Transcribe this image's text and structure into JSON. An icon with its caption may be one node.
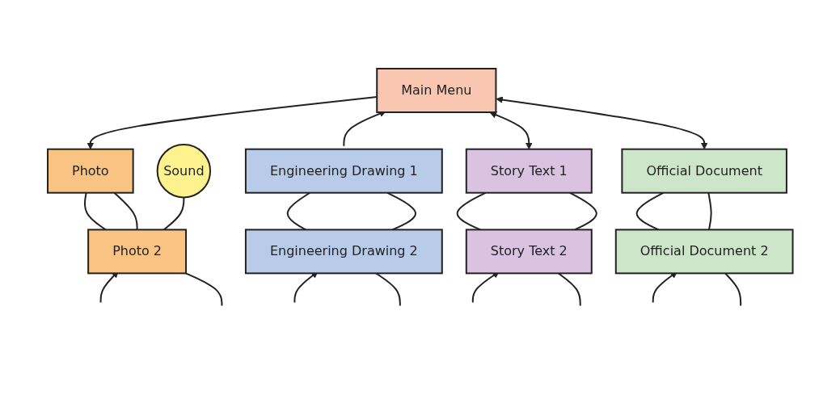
{
  "diagram": {
    "nodes": [
      {
        "text": [
          "Main Menu"
        ]
      },
      {
        "text": [
          "Photo"
        ]
      },
      {
        "text": [
          "Engineering Drawing 1"
        ]
      },
      {
        "text": [
          "Story Text 1"
        ]
      },
      {
        "text": [
          "Official Document"
        ]
      },
      {
        "text": [
          "Sound"
        ]
      },
      {
        "text": [
          "Photo 2"
        ]
      },
      {
        "text": [
          "Engineering Drawing 2"
        ]
      },
      {
        "text": [
          "Story Text 2"
        ]
      },
      {
        "text": [
          "Official Document 2"
        ]
      }
    ],
    "edges": [
      {
        "from": 0,
        "to": 1,
        "arrow": "to"
      },
      {
        "from": 2,
        "to": 0,
        "arrow": "to"
      },
      {
        "from": 0,
        "to": 3,
        "arrow": "both"
      },
      {
        "from": 0,
        "to": 4,
        "arrow": "both"
      },
      {
        "from": 1,
        "to": 6,
        "arrow": "none"
      },
      {
        "from": 1,
        "to": 6,
        "arrow": "none"
      },
      {
        "from": 2,
        "to": 7,
        "arrow": "none"
      },
      {
        "from": 2,
        "to": 7,
        "arrow": "none"
      },
      {
        "from": 3,
        "to": 8,
        "arrow": "none"
      },
      {
        "from": 3,
        "to": 8,
        "arrow": "none"
      },
      {
        "from": 4,
        "to": 9,
        "arrow": "none"
      },
      {
        "from": 4,
        "to": 9,
        "arrow": "none"
      },
      {
        "from": 5,
        "to": 6,
        "arrow": "none"
      },
      {
        "from": null,
        "to": 6,
        "arrow": "to"
      },
      {
        "from": 6,
        "to": null,
        "arrow": "none"
      },
      {
        "from": null,
        "to": 7,
        "arrow": "to"
      },
      {
        "from": 7,
        "to": null,
        "arrow": "none"
      },
      {
        "from": null,
        "to": 8,
        "arrow": "to"
      },
      {
        "from": 8,
        "to": null,
        "arrow": "none"
      },
      {
        "from": null,
        "to": 9,
        "arrow": "to"
      },
      {
        "from": 9,
        "to": null,
        "arrow": "none"
      }
    ]
  }
}
